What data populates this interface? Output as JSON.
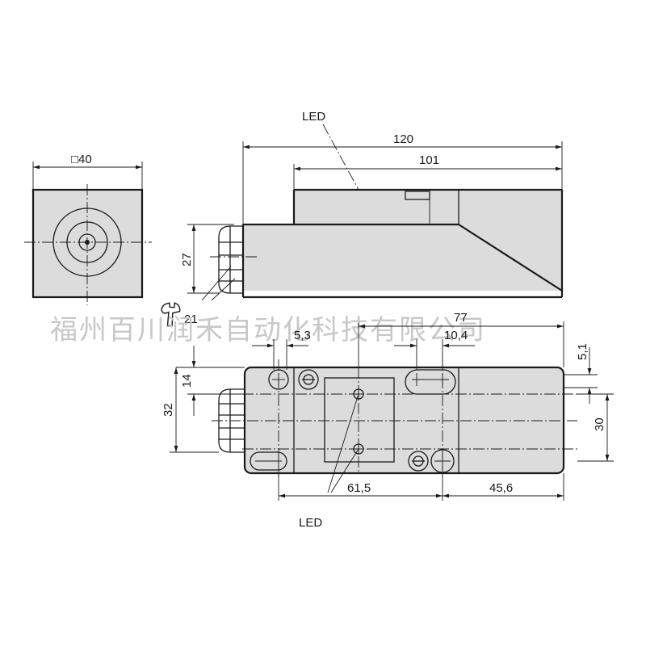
{
  "labels": {
    "led_top": "LED",
    "led_bottom": "LED",
    "square_size": "□40",
    "wrench_size": "21"
  },
  "dimensions": {
    "length_total": "120",
    "length_body": "101",
    "height_27": "27",
    "length_77": "77",
    "hole_53": "5,3",
    "hole_104": "10,4",
    "dim_14": "14",
    "dim_32": "32",
    "dim_51": "5,1",
    "dim_30": "30",
    "dim_615": "61,5",
    "dim_456": "45,6"
  },
  "watermark": "福州百川润禾自动化科技有限公司"
}
